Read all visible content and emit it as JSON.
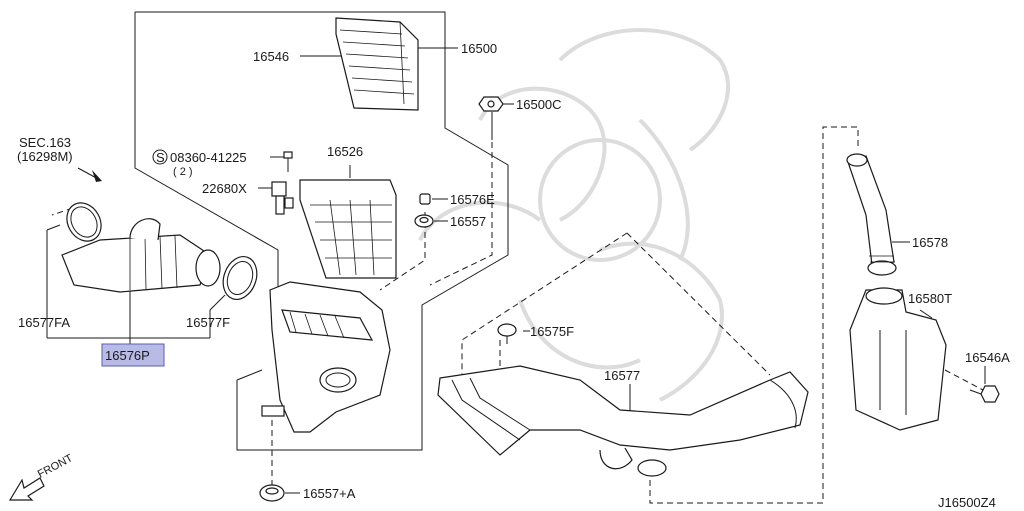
{
  "colors": {
    "line": "#1a1a1a",
    "highlight_fill": "#b9bbe6",
    "highlight_border": "#5a5fb0",
    "watermark": "#dcdcdc"
  },
  "labels": {
    "p16546": "16546",
    "p16500": "16500",
    "p16500c": "16500C",
    "sec_line1": "SEC.163",
    "sec_line2": "(16298M)",
    "p08360": "08360-41225",
    "p08360_qty": "( 2 )",
    "p16526": "16526",
    "p22680x": "22680X",
    "p16576e": "16576E",
    "p16557": "16557",
    "p16577fa": "16577FA",
    "p16577f": "16577F",
    "p16576p": "16576P",
    "p16575f": "16575F",
    "p16577": "16577",
    "p16578": "16578",
    "p16580t": "16580T",
    "p16546a": "16546A",
    "p16557a": "16557+A",
    "front": "FRONT",
    "code": "J16500Z4",
    "screw_symbol": "S"
  }
}
